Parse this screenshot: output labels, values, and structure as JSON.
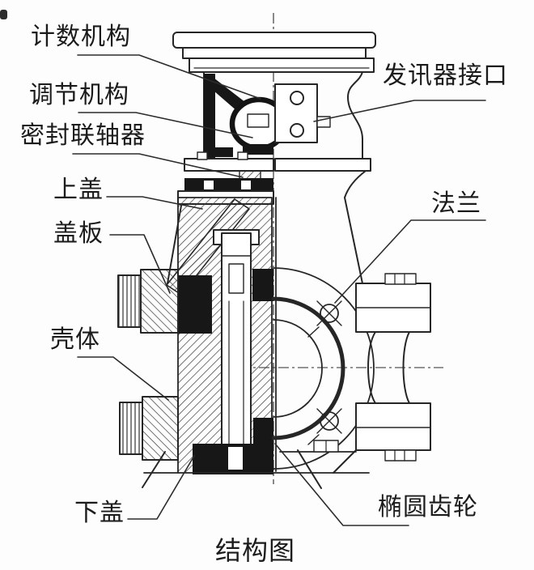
{
  "figure": {
    "caption": "结构图",
    "labels": {
      "counter": "计数机构",
      "adjuster": "调节机构",
      "sealed_coupling": "密封联轴器",
      "upper_cover": "上盖",
      "cover_plate": "盖板",
      "housing": "壳体",
      "lower_cover": "下盖",
      "transmitter_port": "发讯器接口",
      "flange": "法兰",
      "oval_gear": "椭圆齿轮"
    },
    "colors": {
      "line": "#262626",
      "text": "#1b1b1b",
      "dark_fill": "#171717",
      "background": "#fdfdfd"
    }
  }
}
